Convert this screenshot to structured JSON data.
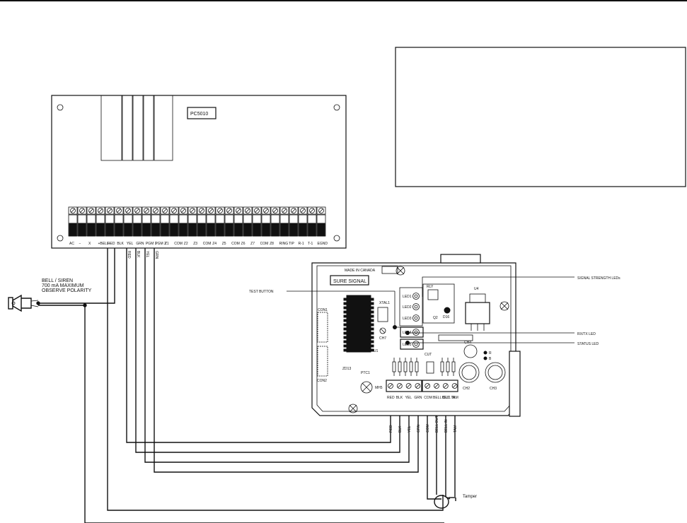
{
  "panel": {
    "model": "PC5010",
    "terminals": [
      "AC",
      "−",
      "X",
      "+BELL−",
      "RED",
      "BLK",
      "YEL",
      "GRN",
      "PGM 1",
      "PGM 2",
      "Z1",
      "COM",
      "Z2",
      "Z3",
      "COM",
      "Z4",
      "Z5",
      "COM",
      "Z6",
      "Z7",
      "COM",
      "Z8",
      "RING",
      "TIP",
      "R-1",
      "T-1",
      "EGND"
    ],
    "wire_labels": [
      "RED",
      "BLK",
      "YEL",
      "GRN"
    ]
  },
  "note_box": {
    "text": ""
  },
  "siren": {
    "line1": "BELL / SIREN",
    "line2": "700 mA MAXIMUM",
    "line3": "OBSERVE POLARITY"
  },
  "module": {
    "made_in": "MADE IN CANADA",
    "title": "SURE SIGNAL",
    "chip_labels": {
      "xtal": "XTAL1",
      "u1": "U1",
      "u4": "U4",
      "rly": "RLY",
      "ch7": "CH7",
      "con1": "CON1",
      "con2": "CON2",
      "zd13": "ZD13",
      "ptc1": "PTC1",
      "ch4": "CH4",
      "ch2": "CH2",
      "ch3": "CH3",
      "q2": "Q2",
      "d16": "D16",
      "mh5": "MH5",
      "r": "R",
      "b": "B",
      "cut": "CUT"
    },
    "leds": [
      "LED1",
      "LED2",
      "LED3",
      "LED4",
      "LED5"
    ],
    "terminals_left": [
      "RED",
      "BLK",
      "YEL",
      "GRN"
    ],
    "terminals_right": [
      "COM",
      "BELL OUT",
      "BELL IN",
      "TAM"
    ]
  },
  "callouts": {
    "test_button": "TEST BUTTON",
    "signal_strength": "SIGNAL STRENGTH LEDs",
    "rxtx": "RX/TX LED",
    "status": "STATUS LED"
  },
  "bottom_wire_labels": [
    "RED",
    "BLK",
    "YEL",
    "GRN",
    "COM",
    "BELL OUT",
    "BELL IN",
    "TAM"
  ],
  "tamper_label": "Tamper"
}
